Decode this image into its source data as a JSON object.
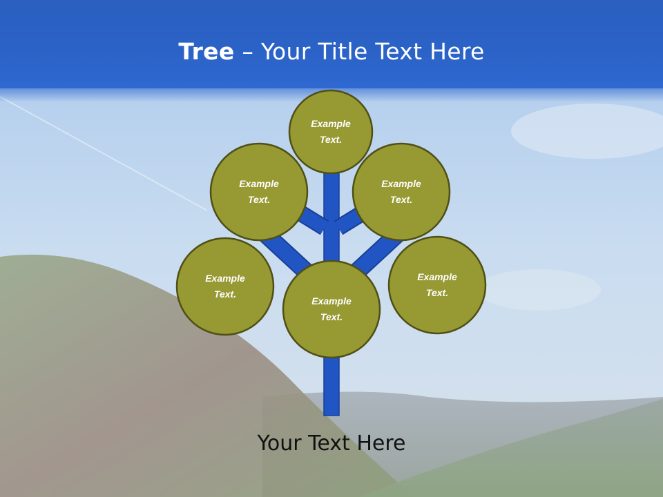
{
  "title": {
    "bold": "Tree",
    "separator": " – ",
    "rest": "Your Title Text Here"
  },
  "nodes": [
    {
      "label_line1": "Example",
      "label_line2": "Text."
    },
    {
      "label_line1": "Example",
      "label_line2": "Text."
    },
    {
      "label_line1": "Example",
      "label_line2": "Text."
    },
    {
      "label_line1": "Example",
      "label_line2": "Text."
    },
    {
      "label_line1": "Example",
      "label_line2": "Text."
    },
    {
      "label_line1": "Example",
      "label_line2": "Text."
    }
  ],
  "footer": {
    "text": "Your Text Here"
  },
  "colors": {
    "header": "#2b62c6",
    "trunk": "#2255c4",
    "trunk_border": "#173f96",
    "node_fill": "#979933",
    "node_border": "#4f4f16",
    "sky": "#b8d2ee",
    "hill": "#8e9c7a"
  }
}
